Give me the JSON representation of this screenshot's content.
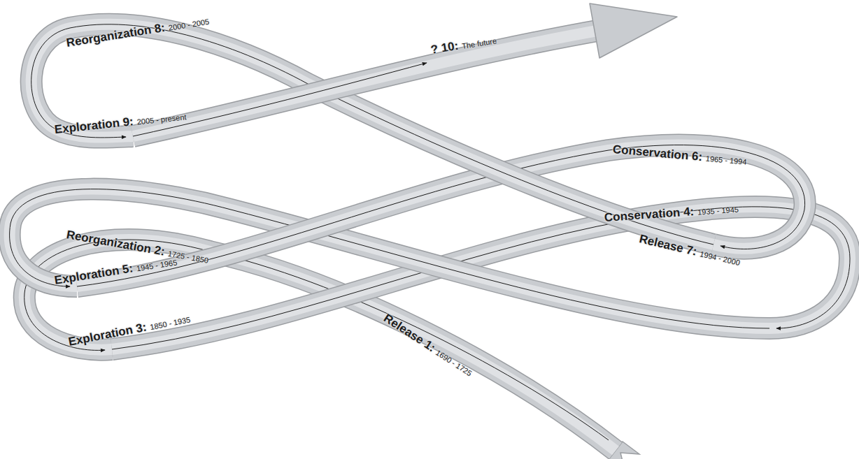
{
  "diagram": {
    "labels": [
      "Reorganization 8:",
      "2000 - 2005",
      "? 10:",
      "The future",
      "Exploration 9:",
      "2005 - present",
      "Conservation 6:",
      "1965 - 1994",
      "Conservation 4:",
      "1935 - 1945",
      "Reorganization 2:",
      "1725 - 1850",
      "Release 7:",
      "1994 - 2000",
      "Exploration 5:",
      "1945 - 1965",
      "Exploration 3:",
      "1850 - 1935",
      "Release 1:",
      "1690 - 1725"
    ]
  }
}
